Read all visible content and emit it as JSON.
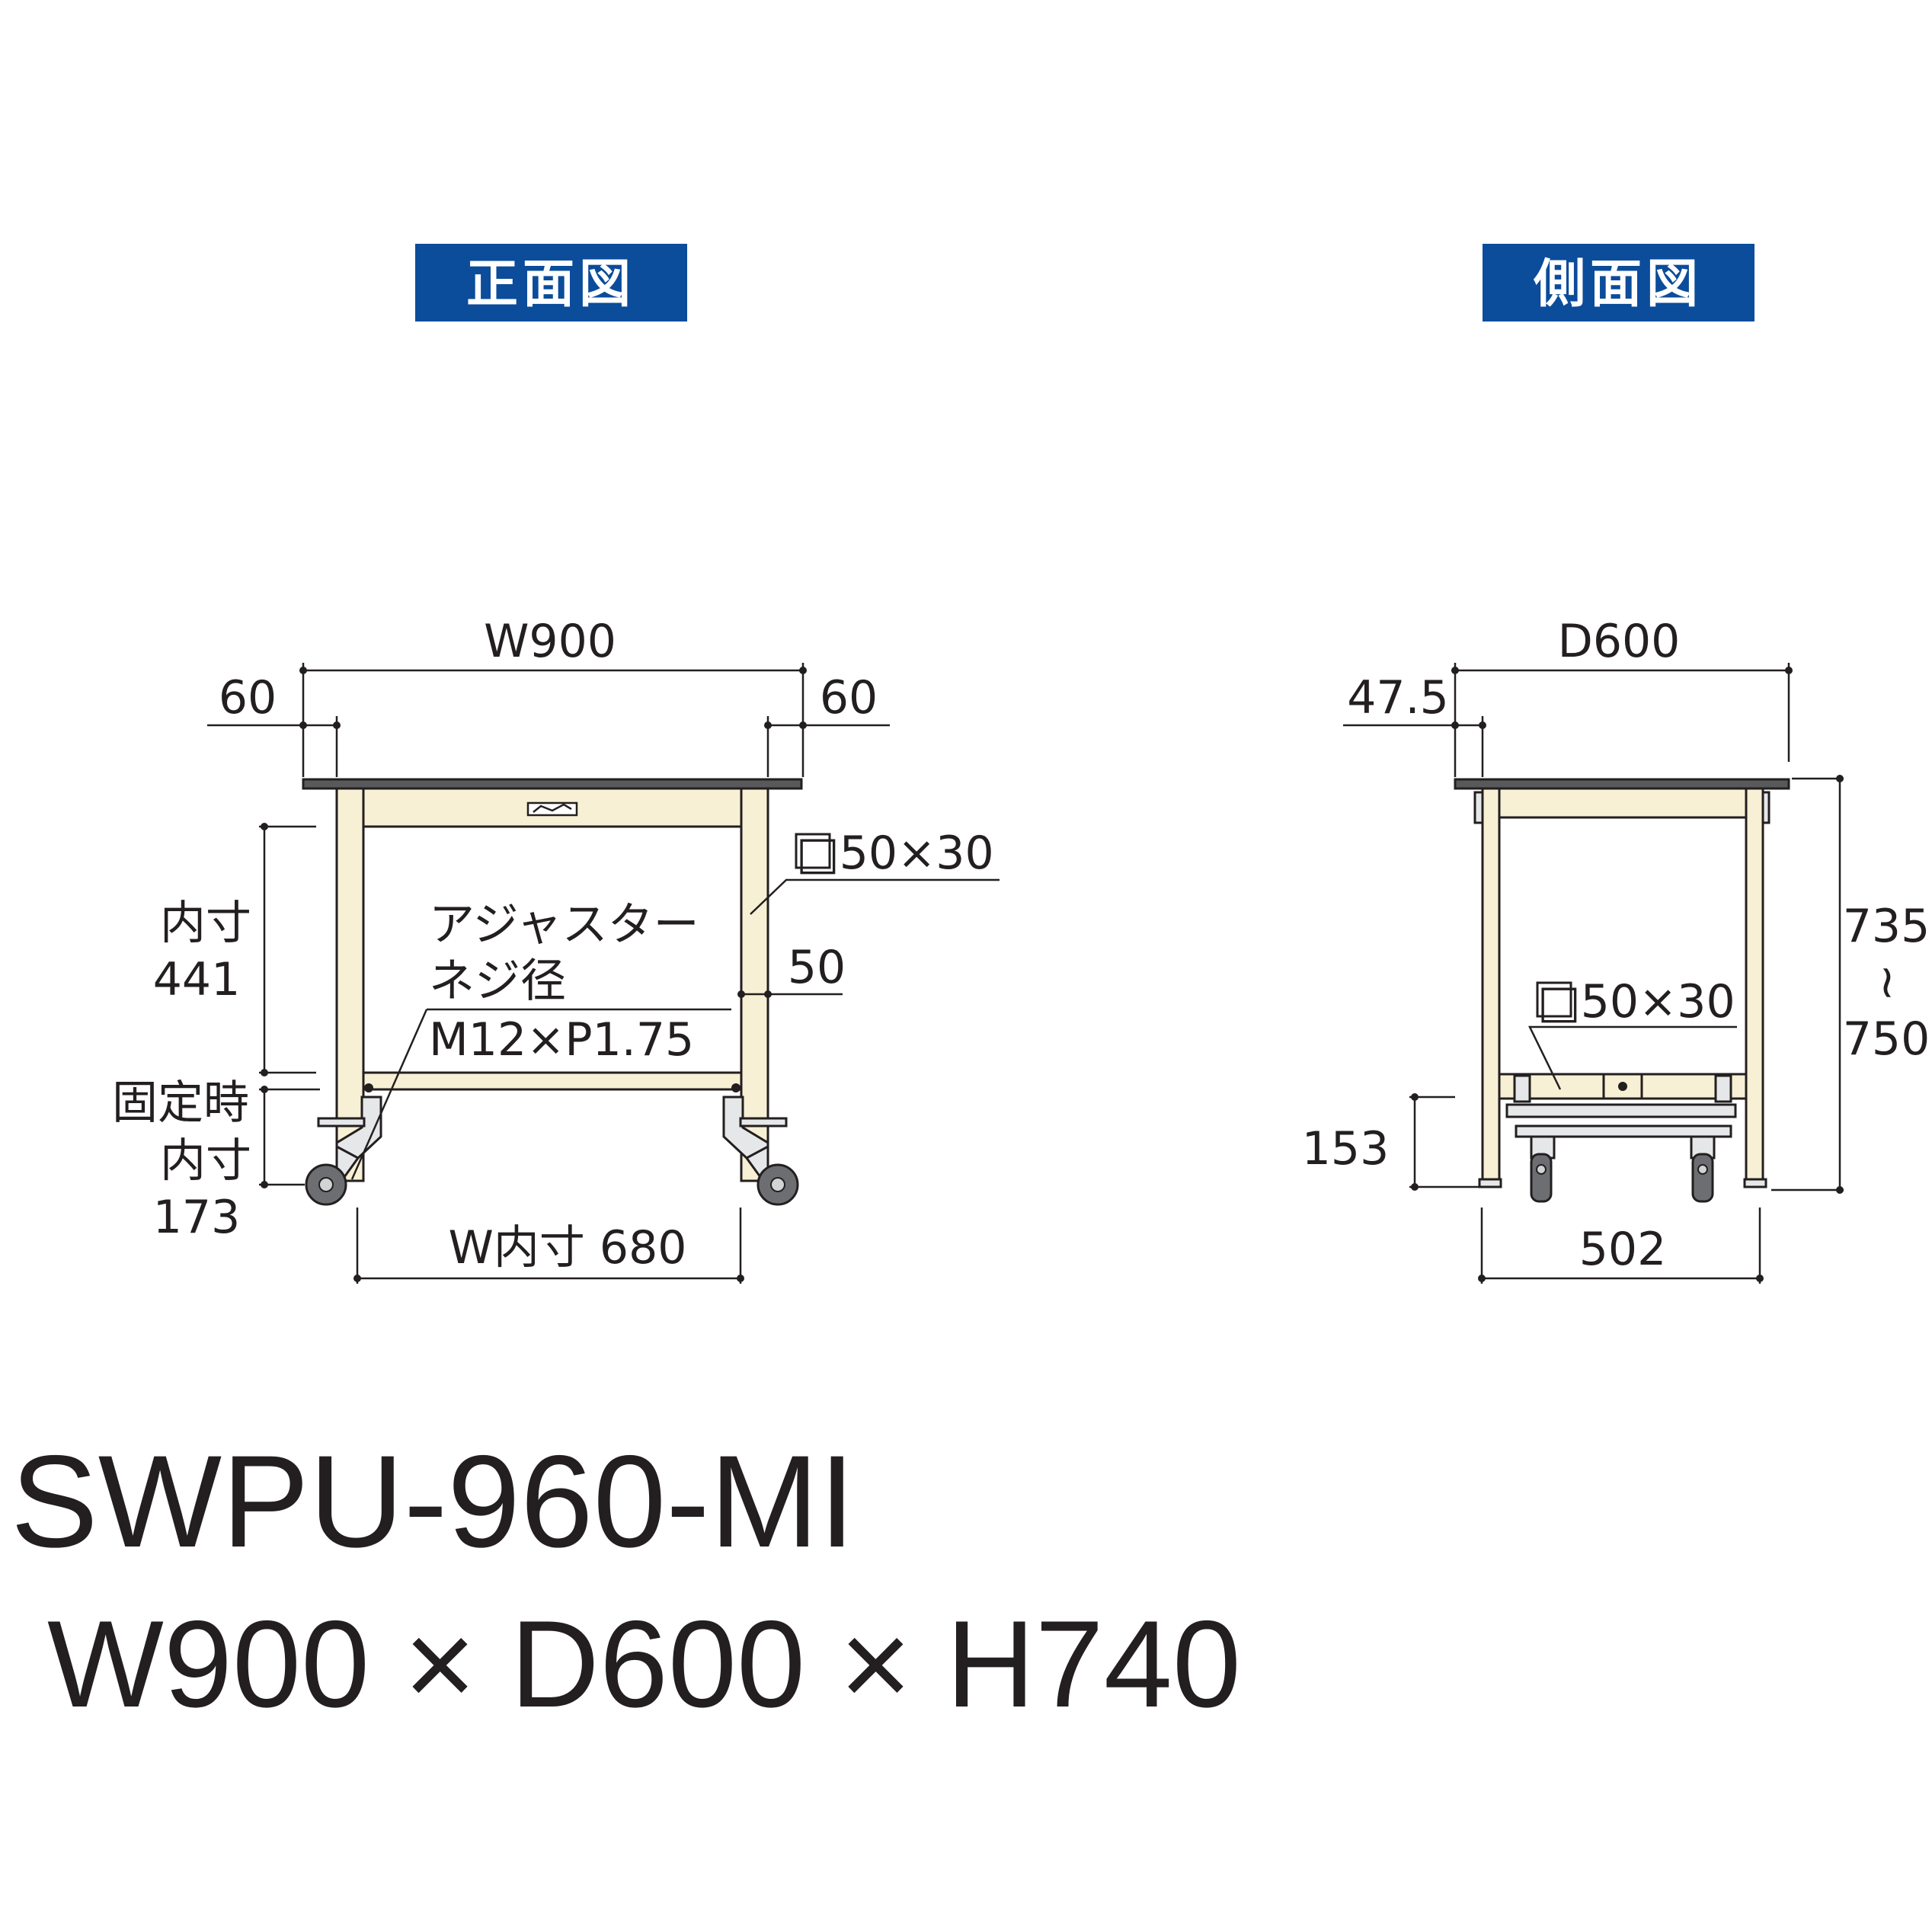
{
  "colors": {
    "tag_background": "#0b4c9b",
    "frame": "#f8f0d4",
    "top_board": "#58595b",
    "ink": "#231f20"
  },
  "front_view": {
    "title": "正面図",
    "width": "W900",
    "left_offset": "60",
    "right_offset": "60",
    "inner_height_label": "内寸",
    "inner_height": "441",
    "fixed_label_1": "固定時",
    "fixed_label_2": "内寸",
    "fixed_height": "173",
    "frame_section": "□50×30",
    "adjuster_line1": "アジャスター",
    "adjuster_line2": "ネジ径",
    "adjuster_line3": "M12×P1.75",
    "rail_height": "50",
    "inner_width": "W内寸 680"
  },
  "side_view": {
    "title": "側面図",
    "depth": "D600",
    "offset": "47.5",
    "height_min": "735",
    "height_tilde": "~",
    "height_max": "750",
    "frame_section": "□50×30",
    "lower_height": "153",
    "inner_depth": "502"
  },
  "product": {
    "model": "SWPU-960-MI",
    "size": "W900 × D600 × H740"
  }
}
